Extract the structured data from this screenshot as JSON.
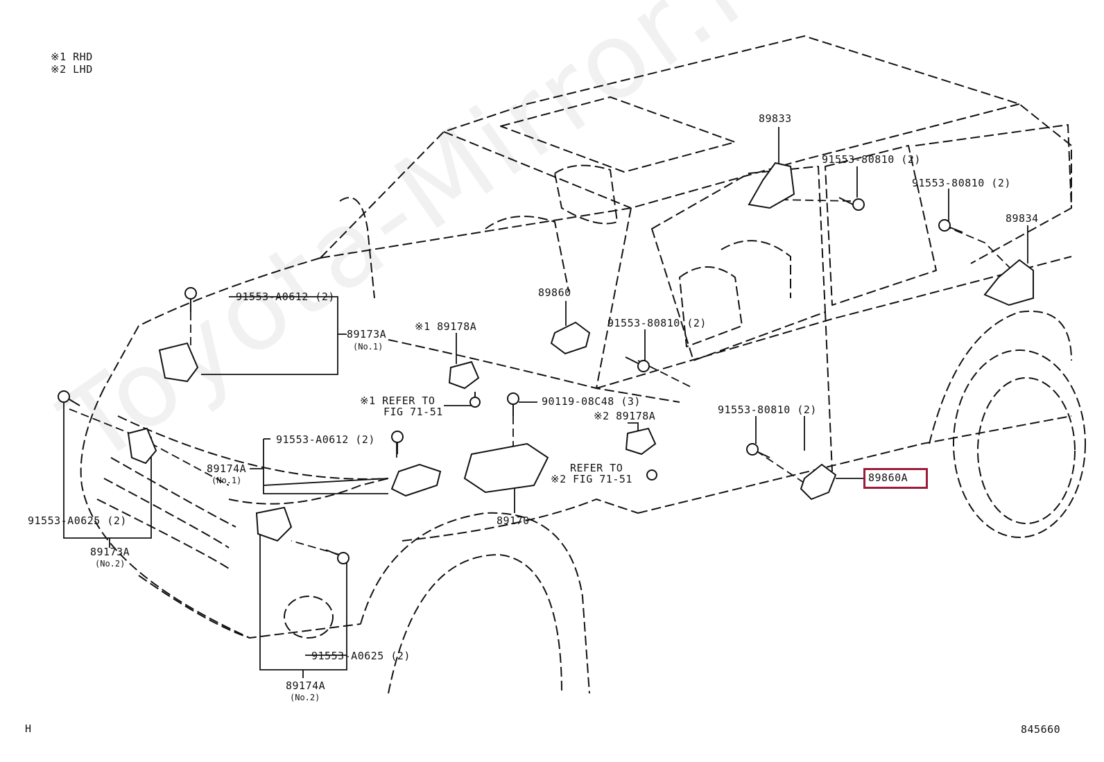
{
  "legend": {
    "line1": "※1 RHD",
    "line2": "※2 LHD"
  },
  "watermark": "Toyota-Mirror.ru",
  "corner_left": "H",
  "corner_right": "845660",
  "highlight_color": "#9b1b3a",
  "labels": {
    "p89833": "89833",
    "p89834": "89834",
    "b80810_top": "91553-80810 (2)",
    "b80810_right": "91553-80810 (2)",
    "p89860": "89860",
    "b80810_mid": "91553-80810 (2)",
    "b80810_low": "91553-80810 (2)",
    "p89860A": "89860A",
    "bA0612_top": "91553-A0612 (2)",
    "p89173A_no1": "89173A",
    "no1_a": "(No.1)",
    "p89178A_1": "※1 89178A",
    "refer1_a": "※1  REFER TO",
    "refer1_b": "FIG 71-51",
    "b08C48": "90119-08C48 (3)",
    "p89178A_2": "※2 89178A",
    "refer2_a": "REFER TO",
    "refer2_b": "※2 FIG 71-51",
    "bA0612_mid": "91553-A0612 (2)",
    "p89174A_no1": "89174A",
    "no1_b": "(No.1)",
    "bA0625_left": "91553-A0625 (2)",
    "p89173A_no2": "89173A",
    "no2_a": "(No.2)",
    "p89170": "89170",
    "bA0625_bottom": "91553-A0625 (2)",
    "p89174A_no2": "89174A",
    "no2_b": "(No.2)"
  }
}
